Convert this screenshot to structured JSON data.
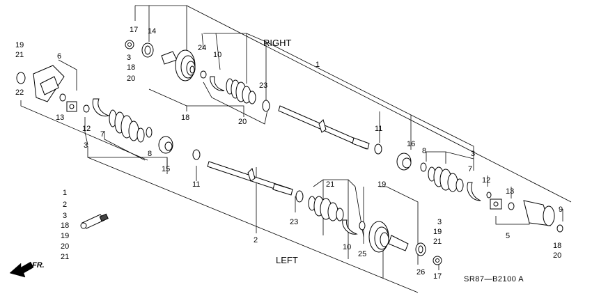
{
  "diagram": {
    "side_labels": {
      "right": "RIGHT",
      "left": "LEFT"
    },
    "direction_label": "FR.",
    "diagram_code": "SR87—B2100 A",
    "callouts": {
      "c1_top": "1",
      "c1_left": "2",
      "c3_right": "3",
      "c3_left": "3",
      "c3_bot": "3",
      "c5": "5",
      "c6": "6",
      "c7_left": "7",
      "c7_right": "7",
      "c8_left": "8",
      "c8_right": "8",
      "c9": "9",
      "c10_top": "10",
      "c10_bot": "10",
      "c11_top": "11",
      "c11_left": "11",
      "c12_left": "12",
      "c12_right": "12",
      "c13_left": "13",
      "c13_right": "13",
      "c14": "14",
      "c15": "15",
      "c16": "16",
      "c17_top": "17",
      "c17_bot": "17",
      "c18_top": "18",
      "c18_mid": "18",
      "c18_right": "18",
      "c19_left": "19",
      "c19_mid": "19",
      "c19_bot": "19",
      "c20_top": "20",
      "c20_mid": "20",
      "c20_right": "20",
      "c21_left": "21",
      "c21_mid": "21",
      "c21_bot": "21",
      "c22": "22",
      "c23_top": "23",
      "c23_bot": "23",
      "c24": "24",
      "c25": "25",
      "c26": "26"
    },
    "grease_kit_list": [
      "1",
      "2",
      "3",
      "18",
      "19",
      "20",
      "21"
    ]
  }
}
